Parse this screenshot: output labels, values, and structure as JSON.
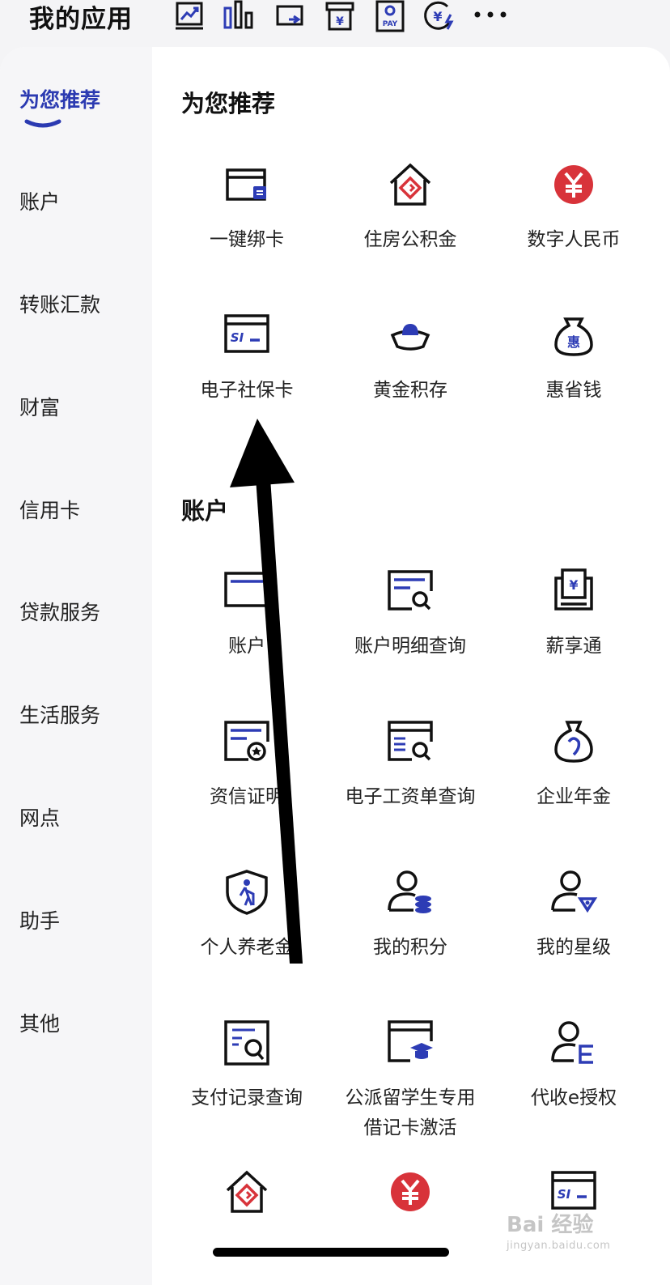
{
  "header": {
    "title": "我的应用",
    "icons": [
      "trend-chart-icon",
      "bar-chart-icon",
      "transfer-card-icon",
      "yen-box-icon",
      "pay-document-icon",
      "yen-flash-icon",
      "more-icon"
    ]
  },
  "sidebar": {
    "items": [
      {
        "label": "为您推荐",
        "active": true
      },
      {
        "label": "账户"
      },
      {
        "label": "转账汇款"
      },
      {
        "label": "财富"
      },
      {
        "label": "信用卡"
      },
      {
        "label": "贷款服务"
      },
      {
        "label": "生活服务"
      },
      {
        "label": "网点"
      },
      {
        "label": "助手"
      },
      {
        "label": "其他"
      }
    ]
  },
  "sections": {
    "recommend": {
      "title": "为您推荐",
      "tiles": [
        {
          "label": "一键绑卡",
          "icon": "bind-card-icon"
        },
        {
          "label": "住房公积金",
          "icon": "housing-fund-icon"
        },
        {
          "label": "数字人民币",
          "icon": "digital-rmb-icon"
        },
        {
          "label": "电子社保卡",
          "icon": "social-security-card-icon"
        },
        {
          "label": "黄金积存",
          "icon": "gold-ingot-icon"
        },
        {
          "label": "惠省钱",
          "icon": "money-bag-icon"
        }
      ]
    },
    "account": {
      "title": "账户",
      "tiles": [
        {
          "label": "账户",
          "icon": "account-card-icon"
        },
        {
          "label": "账户明细查询",
          "icon": "account-detail-search-icon"
        },
        {
          "label": "薪享通",
          "icon": "salary-yen-icon"
        },
        {
          "label": "资信证明",
          "icon": "credit-certificate-icon"
        },
        {
          "label": "电子工资单查询",
          "icon": "payslip-search-icon"
        },
        {
          "label": "企业年金",
          "icon": "pension-bag-icon"
        },
        {
          "label": "个人养老金",
          "icon": "elder-shield-icon"
        },
        {
          "label": "我的积分",
          "icon": "user-points-icon"
        },
        {
          "label": "我的星级",
          "icon": "user-star-level-icon"
        },
        {
          "label": "支付记录查询",
          "icon": "payment-record-search-icon"
        },
        {
          "label": "公派留学生专用借记卡激活",
          "icon": "student-card-icon"
        },
        {
          "label": "代收e授权",
          "icon": "user-e-authorize-icon"
        }
      ]
    },
    "partial_row": [
      "housing-fund-icon",
      "digital-rmb-icon",
      "social-security-card-icon"
    ]
  },
  "watermark": {
    "main": "Bai 经验",
    "sub": "jingyan.baidu.com"
  },
  "colors": {
    "accent": "#2b3ab1",
    "icon_stroke": "#111111",
    "icon_blue": "#2d3cb5",
    "icon_red": "#d8333a",
    "sidebar_bg": "#f6f6f8"
  }
}
